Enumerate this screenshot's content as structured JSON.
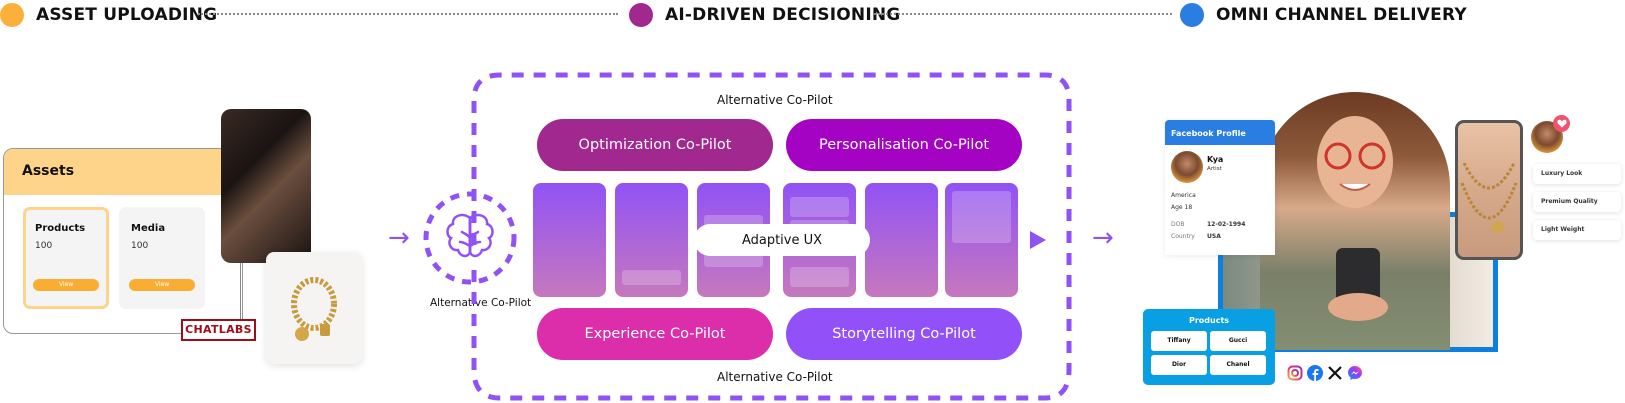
{
  "header": {
    "stages": [
      {
        "label": "ASSET UPLOADING",
        "color": "#fbb03b"
      },
      {
        "label": "AI-DRIVEN DECISIONING",
        "color": "#a0288f"
      },
      {
        "label": "OMNI CHANNEL DELIVERY",
        "color": "#2a7de1"
      }
    ]
  },
  "assets": {
    "title": "Assets",
    "cards": [
      {
        "title": "Products",
        "count": "100",
        "button": "View",
        "selected": true
      },
      {
        "title": "Media",
        "count": "100",
        "button": "View",
        "selected": false
      }
    ],
    "brand": "CHATLABS"
  },
  "brain": {
    "label": "Alternative Co-Pilot"
  },
  "copilots": {
    "top_label": "Alternative Co-Pilot",
    "bottom_label": "Alternative Co-Pilot",
    "pills": [
      {
        "label": "Optimization Co-Pilot",
        "color": "#a0288f"
      },
      {
        "label": "Personalisation Co-Pilot",
        "color": "#a503c4"
      },
      {
        "label": "Experience Co-Pilot",
        "color": "#dc2eab"
      },
      {
        "label": "Storytelling Co-Pilot",
        "color": "#9150f8"
      }
    ],
    "center_label": "Adaptive UX"
  },
  "delivery": {
    "facebook": {
      "title": "Facebook Profile",
      "name": "Kya",
      "role": "Artist",
      "location": "America",
      "age": "Age 18",
      "dob_label": "DOB",
      "dob": "12-02-1994",
      "country_label": "Country",
      "country": "USA"
    },
    "products": {
      "title": "Products",
      "items": [
        "Tiffany",
        "Gucci",
        "Dior",
        "Chanel"
      ]
    },
    "tags": [
      "Luxury Look",
      "Premium Quality",
      "Light Weight"
    ],
    "social_icons": [
      "instagram-icon",
      "facebook-icon",
      "x-icon",
      "messenger-icon"
    ]
  }
}
